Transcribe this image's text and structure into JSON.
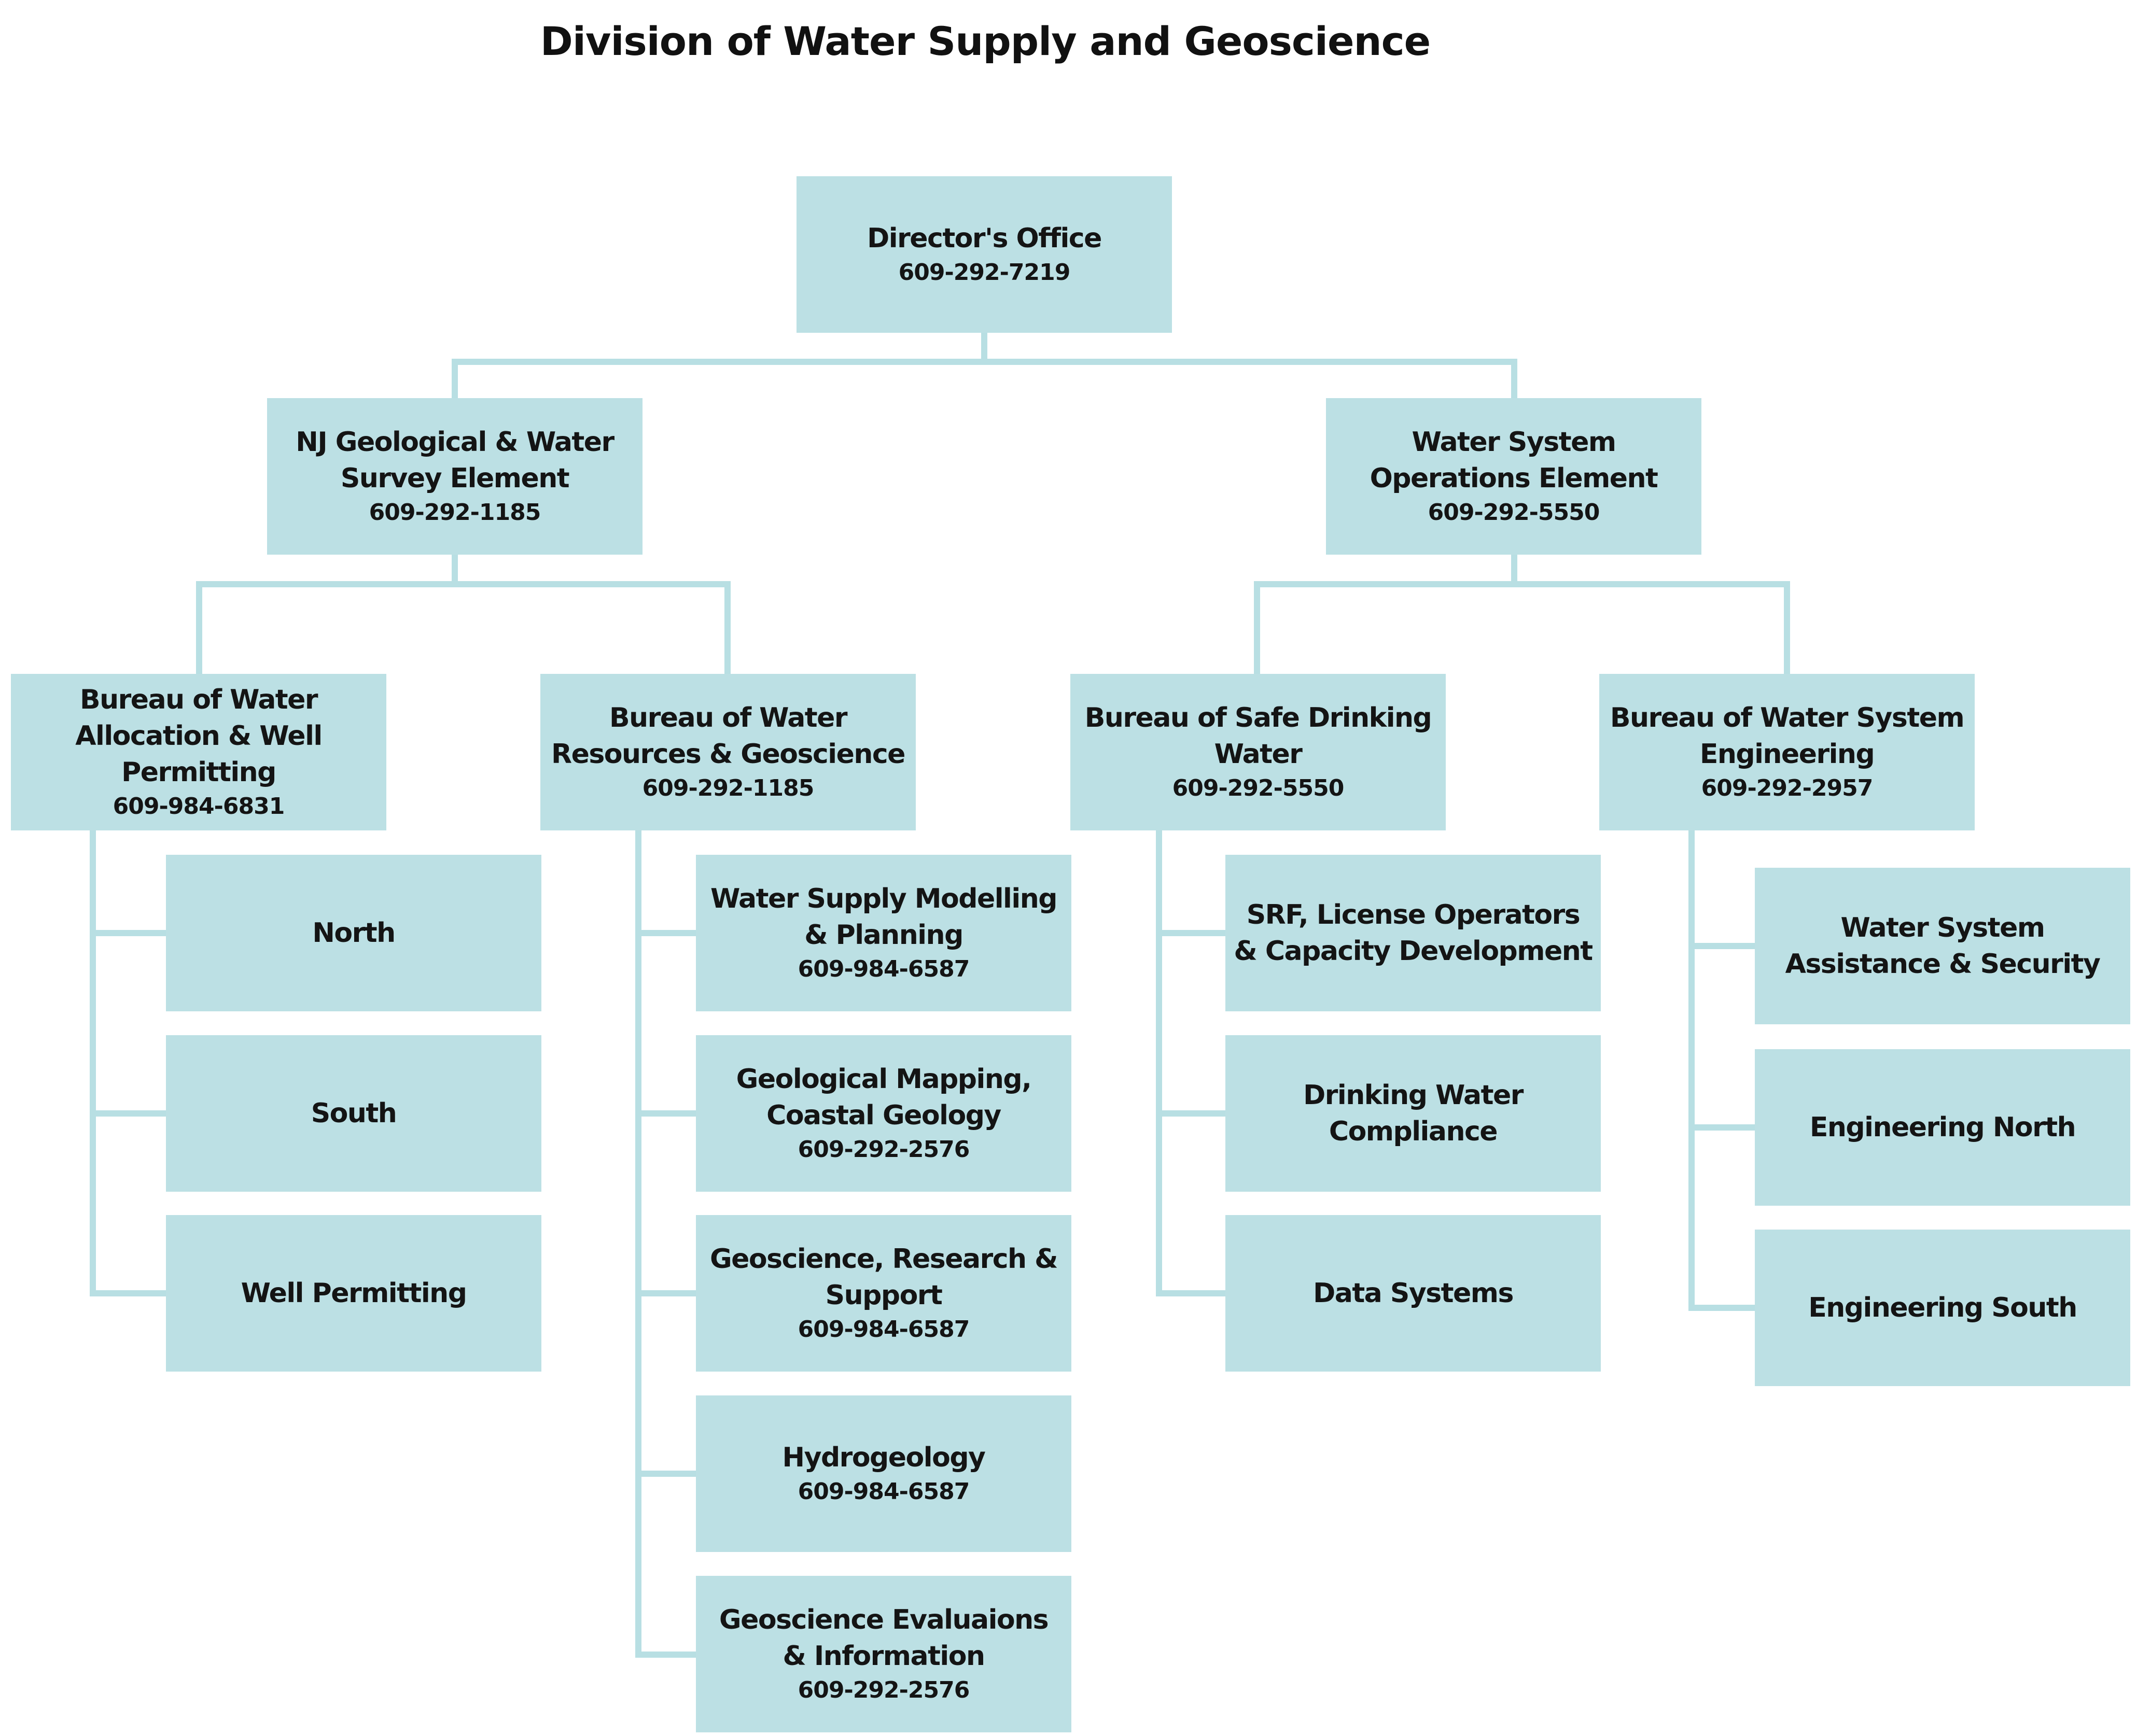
{
  "title": "Division of Water Supply and Geoscience",
  "org": {
    "director": {
      "name": "Director's Office",
      "phone": "609-292-7219"
    },
    "elements": [
      {
        "name": "NJ Geological & Water Survey Element",
        "phone": "609-292-1185",
        "bureaus": [
          {
            "name": "Bureau of Water Allocation & Well Permitting",
            "phone": "609-984-6831",
            "units": [
              {
                "name": "North",
                "phone": ""
              },
              {
                "name": "South",
                "phone": ""
              },
              {
                "name": "Well Permitting",
                "phone": ""
              }
            ]
          },
          {
            "name": "Bureau of Water Resources & Geoscience",
            "phone": "609-292-1185",
            "units": [
              {
                "name": "Water Supply Modelling & Planning",
                "phone": "609-984-6587"
              },
              {
                "name": "Geological Mapping, Coastal Geology",
                "phone": "609-292-2576"
              },
              {
                "name": "Geoscience, Research & Support",
                "phone": "609-984-6587"
              },
              {
                "name": "Hydrogeology",
                "phone": "609-984-6587"
              },
              {
                "name": "Geoscience Evaluaions & Information",
                "phone": "609-292-2576"
              }
            ]
          }
        ]
      },
      {
        "name": "Water System Operations Element",
        "phone": "609-292-5550",
        "bureaus": [
          {
            "name": "Bureau of Safe Drinking Water",
            "phone": "609-292-5550",
            "units": [
              {
                "name": "SRF, License Operators & Capacity Development",
                "phone": ""
              },
              {
                "name": "Drinking Water Compliance",
                "phone": ""
              },
              {
                "name": "Data Systems",
                "phone": ""
              }
            ]
          },
          {
            "name": "Bureau of Water System Engineering",
            "phone": "609-292-2957",
            "units": [
              {
                "name": "Water System Assistance & Security",
                "phone": ""
              },
              {
                "name": "Engineering North",
                "phone": ""
              },
              {
                "name": "Engineering South",
                "phone": ""
              }
            ]
          }
        ]
      }
    ]
  }
}
